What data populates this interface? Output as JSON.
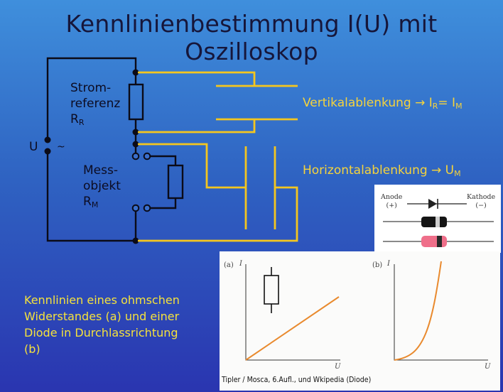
{
  "slide": {
    "title": "Kennlinienbestimmung I(U) mit Oszilloskop"
  },
  "circuit": {
    "source_label": "U",
    "source_symbol": "~",
    "reference_label_line1": "Strom-",
    "reference_label_line2": "referenz",
    "reference_symbol": "R",
    "reference_subscript": "R",
    "object_label_line1": "Mess-",
    "object_label_line2": "objekt",
    "object_symbol": "R",
    "object_subscript": "M",
    "vertical_text": "Vertikalablenkung → I",
    "vertical_sub": "R",
    "vertical_rest": "= I",
    "vertical_sub2": "M",
    "horizontal_text": "Horizontalablenkung → U",
    "horizontal_sub": "M",
    "wire_color": "#0b0b18",
    "signal_color": "#f4c61f"
  },
  "caption": {
    "line1": "Kennlinien eines ohmschen",
    "line2": "Widerstandes (a) und einer",
    "line3": "Diode in Durchlassrichtung",
    "line4": "(b)"
  },
  "diode_panel": {
    "anode_label": "Anode",
    "anode_sign": "(+)",
    "cathode_label": "Kathode",
    "cathode_sign": "(−)"
  },
  "graphs": {
    "left_tag": "(a)",
    "right_tag": "(b)",
    "y_label": "I",
    "x_label": "U",
    "curve_color": "#e98a2e",
    "source": "Tipler / Mosca, 6.Aufl., und Wkipedia (Diode)"
  }
}
